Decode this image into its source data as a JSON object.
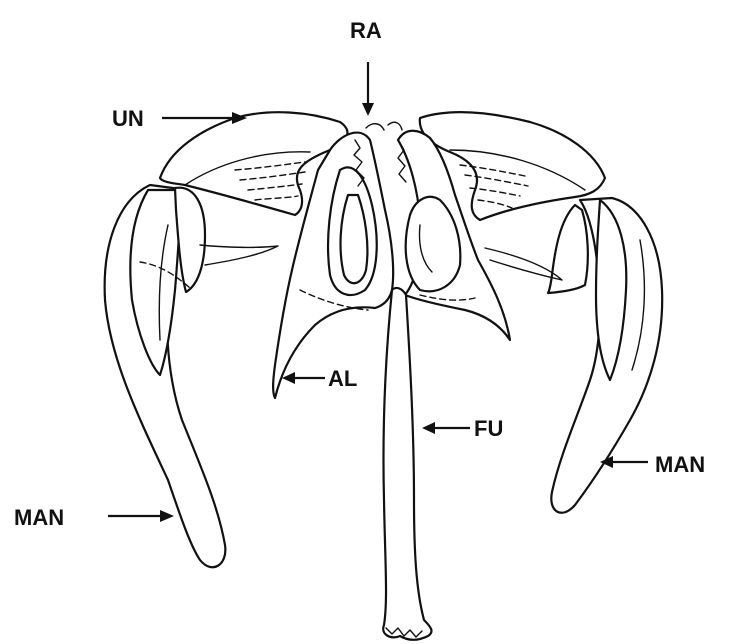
{
  "labels": {
    "ra": "RA",
    "un": "UN",
    "al": "AL",
    "fu": "FU",
    "man_left": "MAN",
    "man_right": "MAN"
  },
  "colors": {
    "line": "#111111",
    "background": "#ffffff"
  }
}
